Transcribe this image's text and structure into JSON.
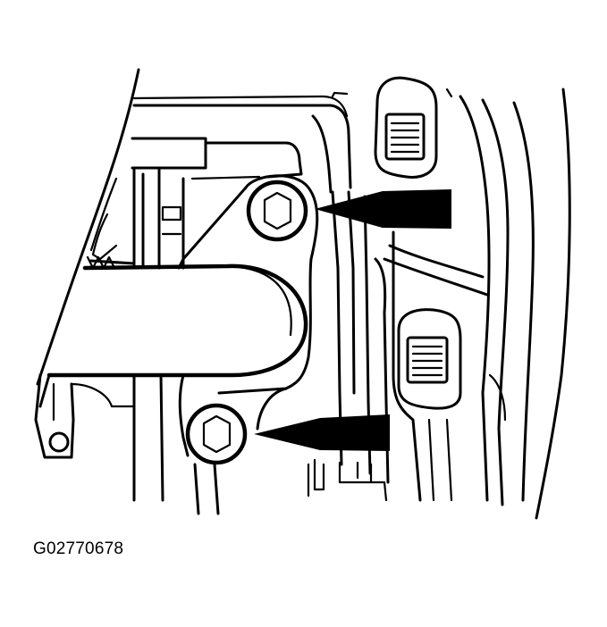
{
  "figure": {
    "id_label": "G02770678",
    "line_color": "#000000",
    "background": "#ffffff"
  },
  "callouts": [
    {
      "name": "upper-bolt-arrow",
      "points_to": "upper-bolt"
    },
    {
      "name": "lower-bolt-arrow",
      "points_to": "lower-bolt"
    }
  ]
}
